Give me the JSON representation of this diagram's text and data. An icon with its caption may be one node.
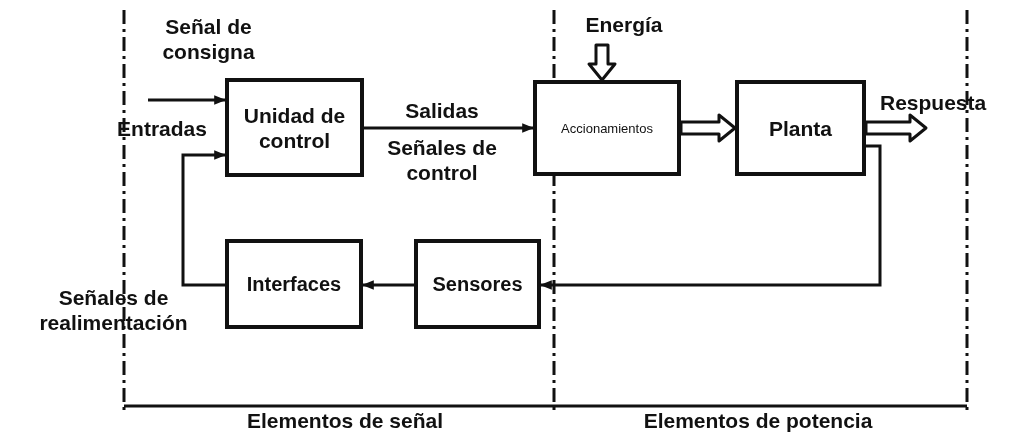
{
  "diagram": {
    "nodes": [
      {
        "text": [
          "Unidad de control"
        ]
      },
      {
        "text": [
          "Accionamientos"
        ]
      },
      {
        "text": [
          "Planta"
        ]
      },
      {
        "text": [
          "Interfaces"
        ]
      },
      {
        "text": [
          "Sensores"
        ]
      },
      {
        "text": [
          "Energía"
        ]
      }
    ],
    "edges": [
      {
        "from": null,
        "to": 0,
        "arrow": "to"
      },
      {
        "from": 0,
        "to": 1,
        "arrow": "to"
      },
      {
        "from": 5,
        "to": 1,
        "arrow": "to",
        "style": "thick"
      },
      {
        "from": 1,
        "to": 2,
        "arrow": "to",
        "style": "thick"
      },
      {
        "from": 2,
        "to": null,
        "arrow": "to",
        "style": "thick",
        "label": "Respuesta"
      },
      {
        "from": 2,
        "to": 4,
        "arrow": "to"
      },
      {
        "from": 4,
        "to": 3,
        "arrow": "to"
      },
      {
        "from": 3,
        "to": 0,
        "arrow": "to"
      }
    ],
    "labels": [
      "Señal de consigna",
      "Entradas",
      "Salidas",
      "Señales de control",
      "Señales de realimentación",
      "Elementos de señal",
      "Elementos de potencia"
    ]
  }
}
